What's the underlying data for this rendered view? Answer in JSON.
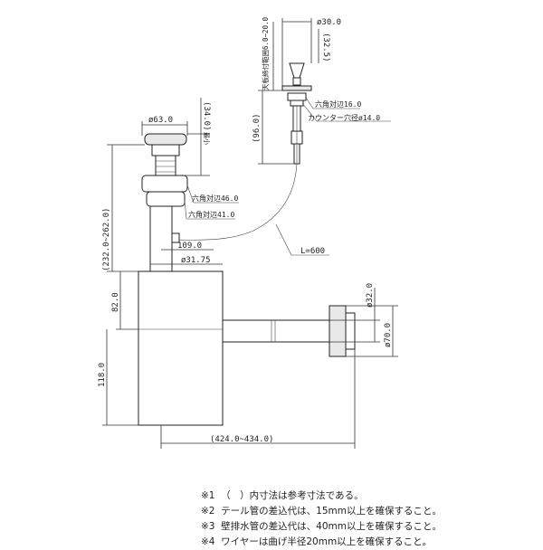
{
  "dimensions": {
    "d_30": "ø30.0",
    "adjust_range": "天板締付範囲6.0~20.0",
    "d_32_5": "(32.5)",
    "d_96": "(96.0)",
    "hex_16": "六角対辺16.0",
    "counter_hole": "カウンター穴径ø14.0",
    "d_63": "ø63.0",
    "d_34": "(34.0)",
    "recess_label": "最小",
    "hex_46": "六角対辺46.0",
    "hex_41": "六角対辺41.0",
    "wire_length": "L=600",
    "d_232_262": "(232.0~262.0)",
    "d_109": "109.0",
    "d_31_75": "ø31.75",
    "d_82": "82.0",
    "d_32": "ø32.0",
    "d_70": "ø70.0",
    "d_118": "118.0",
    "d_424_434": "(424.0~434.0)"
  },
  "notes": [
    {
      "mark": "※1",
      "text": "（　）内寸法は参考寸法である。"
    },
    {
      "mark": "※2",
      "text": "テール管の差込代は、15mm以上を確保すること。"
    },
    {
      "mark": "※3",
      "text": "壁排水管の差込代は、40mm以上を確保すること。"
    },
    {
      "mark": "※4",
      "text": "ワイヤーは曲げ半径20mm以上を確保すること。"
    }
  ]
}
